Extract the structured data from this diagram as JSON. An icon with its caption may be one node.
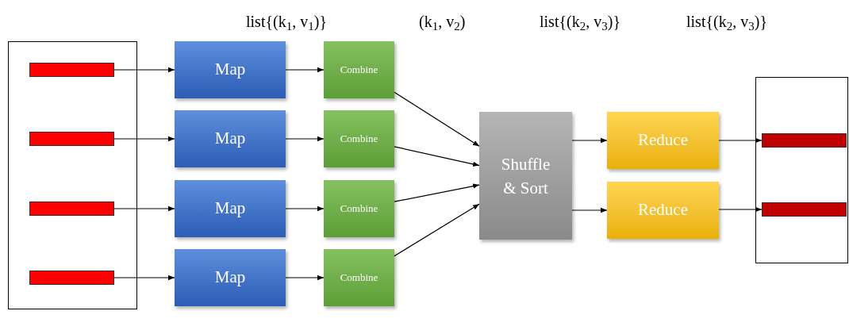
{
  "diagram": {
    "nodes": [
      {
        "text": [],
        "shape": "box"
      },
      {
        "text": [],
        "shape": "bar",
        "in": 0
      },
      {
        "text": [],
        "shape": "bar",
        "in": 0
      },
      {
        "text": [],
        "shape": "bar",
        "in": 0
      },
      {
        "text": [],
        "shape": "bar",
        "in": 0
      },
      {
        "text": [
          "Map"
        ]
      },
      {
        "text": [
          "Map"
        ]
      },
      {
        "text": [
          "Map"
        ]
      },
      {
        "text": [
          "Map"
        ]
      },
      {
        "text": [
          "Combine"
        ]
      },
      {
        "text": [
          "Combine"
        ]
      },
      {
        "text": [
          "Combine"
        ]
      },
      {
        "text": [
          "Combine"
        ]
      },
      {
        "text": [
          "Shuffle & Sort"
        ]
      },
      {
        "text": [
          "Reduce"
        ]
      },
      {
        "text": [
          "Reduce"
        ]
      },
      {
        "text": [],
        "shape": "box"
      },
      {
        "text": [],
        "shape": "bar",
        "in": 16
      },
      {
        "text": [],
        "shape": "bar",
        "in": 16
      }
    ],
    "edges": [
      {
        "from": 1,
        "to": 5,
        "arrow": "to"
      },
      {
        "from": 2,
        "to": 6,
        "arrow": "to"
      },
      {
        "from": 3,
        "to": 7,
        "arrow": "to"
      },
      {
        "from": 4,
        "to": 8,
        "arrow": "to"
      },
      {
        "from": 5,
        "to": 9,
        "arrow": "to"
      },
      {
        "from": 6,
        "to": 10,
        "arrow": "to"
      },
      {
        "from": 7,
        "to": 11,
        "arrow": "to"
      },
      {
        "from": 8,
        "to": 12,
        "arrow": "to"
      },
      {
        "from": 9,
        "to": 13,
        "arrow": "to"
      },
      {
        "from": 10,
        "to": 13,
        "arrow": "to"
      },
      {
        "from": 11,
        "to": 13,
        "arrow": "to"
      },
      {
        "from": 12,
        "to": 13,
        "arrow": "to"
      },
      {
        "from": 13,
        "to": 14,
        "arrow": "to"
      },
      {
        "from": 13,
        "to": 15,
        "arrow": "to"
      },
      {
        "from": 14,
        "to": 17,
        "arrow": "to"
      },
      {
        "from": 15,
        "to": 18,
        "arrow": "to"
      }
    ],
    "labels": [
      "list{(k$_{1}$, v$_{1}$)}",
      "(k$_{1}$, v$_{2}$)",
      "list{(k$_{2}$, v$_{3}$)}",
      "list{(k$_{2}$, v$_{3}$)}"
    ]
  }
}
